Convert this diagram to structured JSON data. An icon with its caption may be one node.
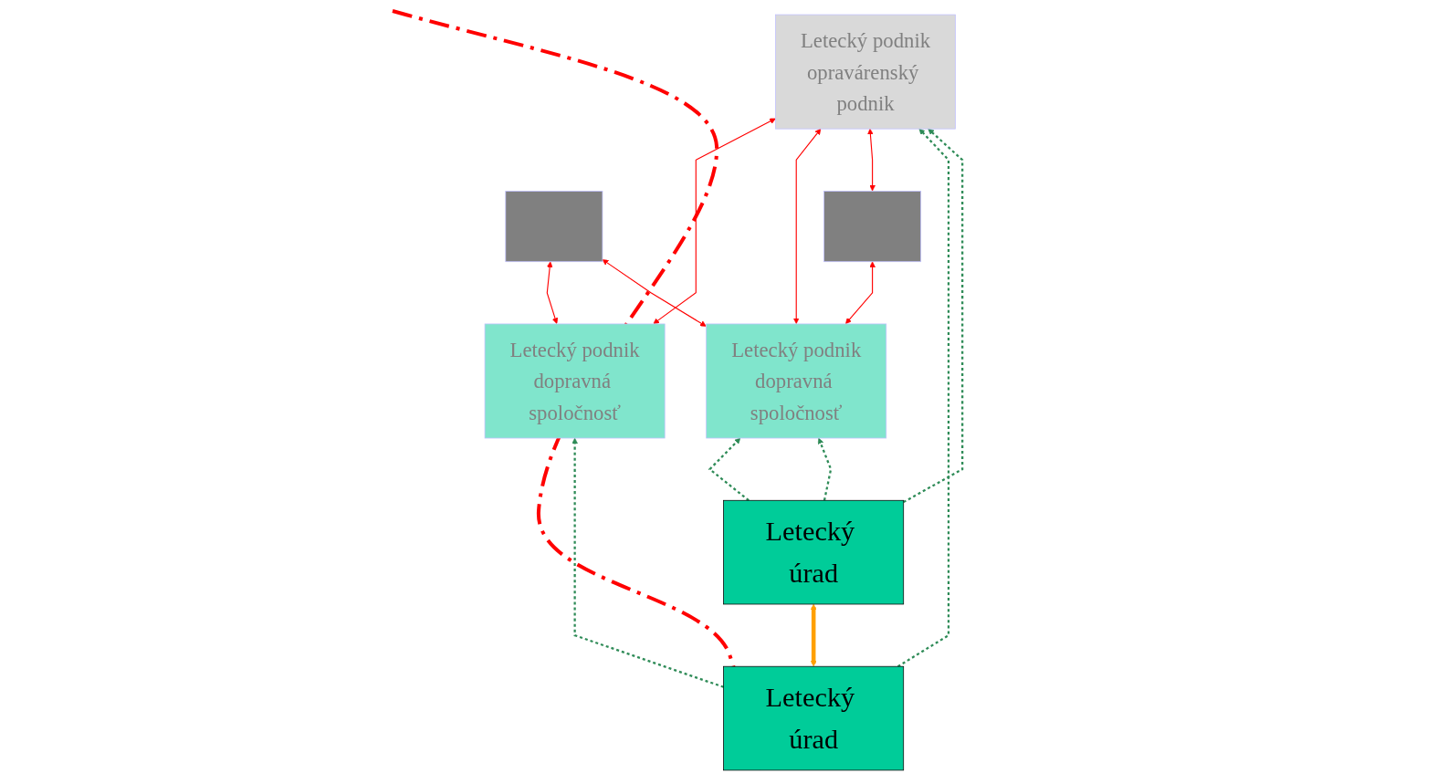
{
  "diagram": {
    "nodes": [
      {
        "text": [
          "Letecký podnik",
          "dopravná spoločnosť"
        ]
      },
      {
        "text": [
          "Letecký podnik",
          "dopravná spoločnosť"
        ]
      },
      {
        "text": [],
        "shape": "box"
      },
      {
        "text": [],
        "shape": "box"
      },
      {
        "text": [
          "Letecký podnik",
          "opravárenský podnik"
        ]
      },
      {
        "text": [
          "Letecký úrad"
        ]
      },
      {
        "text": [
          "Letecký úrad"
        ]
      }
    ],
    "edges": [
      {
        "from": 1,
        "to": 2,
        "arrow": "both",
        "color": "#ff0000"
      },
      {
        "from": 0,
        "to": 2,
        "arrow": "both",
        "color": "#ff0000"
      },
      {
        "from": 1,
        "to": 4,
        "arrow": "both",
        "color": "#ff0000"
      },
      {
        "from": 0,
        "to": 4,
        "arrow": "both",
        "color": "#ff0000"
      },
      {
        "from": 0,
        "to": 3,
        "arrow": "both",
        "color": "#ff0000"
      },
      {
        "from": 3,
        "to": 4,
        "arrow": "both",
        "color": "#ff0000"
      },
      {
        "from": 5,
        "to": 1,
        "arrow": "to",
        "style": "dashed",
        "color": "#2e8b57"
      },
      {
        "from": 5,
        "to": 4,
        "arrow": "to",
        "style": "dashed",
        "color": "#2e8b57"
      },
      {
        "from": 6,
        "to": 0,
        "arrow": "to",
        "style": "dashed",
        "color": "#2e8b57"
      },
      {
        "from": 6,
        "to": 4,
        "arrow": "to",
        "style": "dashed",
        "color": "#2e8b57"
      },
      {
        "from": 6,
        "to": 0,
        "arrow": "to",
        "style": "dashed",
        "color": "#2e8b57"
      },
      {
        "from": 5,
        "to": 6,
        "arrow": "both",
        "style": "thick",
        "color": "#ffa000"
      }
    ]
  }
}
